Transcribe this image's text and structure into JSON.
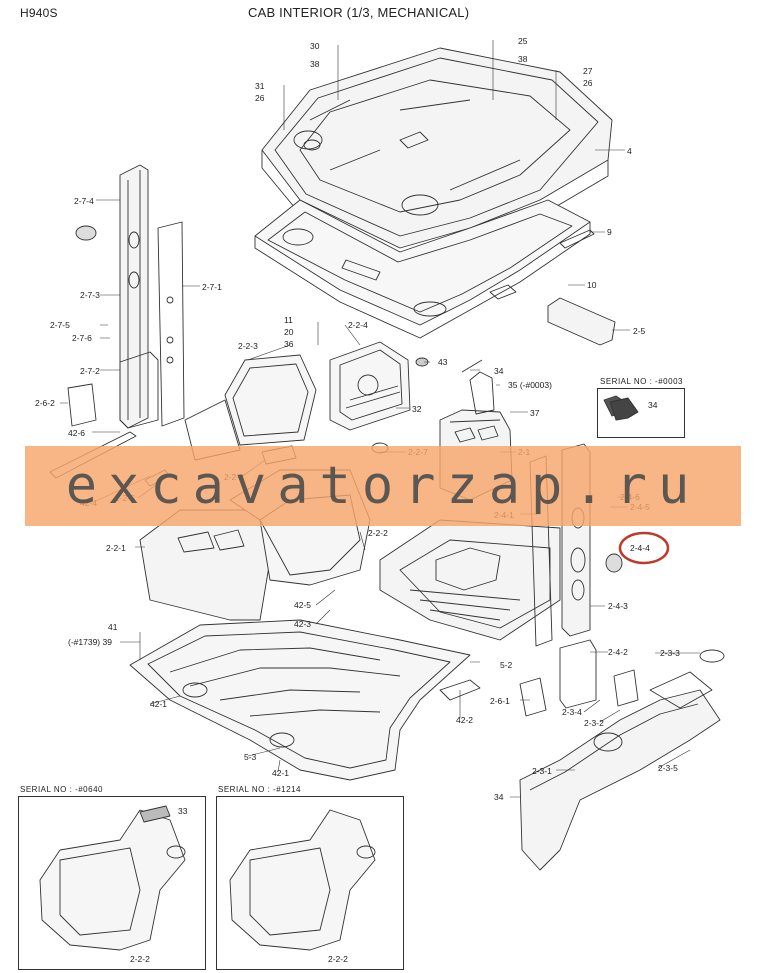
{
  "header": {
    "model": "H940S",
    "title": "CAB INTERIOR (1/3, MECHANICAL)"
  },
  "watermark": "excavatorzap.ru",
  "highlight": {
    "label": "2-4-4",
    "color": "#c0392b"
  },
  "insets": [
    {
      "serial": "SERIAL NO : -#0003",
      "labels": [
        "34"
      ]
    },
    {
      "serial": "SERIAL NO : -#0640",
      "labels": [
        "33",
        "2-2-2"
      ]
    },
    {
      "serial": "SERIAL NO : -#1214",
      "labels": [
        "2-2-2"
      ]
    }
  ],
  "parts": {
    "p30": "30",
    "p38a": "38",
    "p25": "25",
    "p38b": "38",
    "p27": "27",
    "p26a": "26",
    "p31": "31",
    "p26b": "26",
    "p4": "4",
    "p9": "9",
    "p10": "10",
    "p2_5": "2-5",
    "p2_7_4": "2-7-4",
    "p2_7_1": "2-7-1",
    "p2_7_3": "2-7-3",
    "p2_7_5": "2-7-5",
    "p2_7_6": "2-7-6",
    "p2_7_2": "2-7-2",
    "p2_6_2": "2-6-2",
    "p42_6": "42-6",
    "p11": "11",
    "p20": "20",
    "p36": "36",
    "p2_2_3": "2-2-3",
    "p2_2_4": "2-2-4",
    "p43": "43",
    "p34": "34",
    "p35": "35 (-#0003)",
    "p32": "32",
    "p37": "37",
    "p2_2_7": "2-2-7",
    "p2_1": "2-1",
    "p2_2_8": "2-2-8",
    "p2_2_5": "2-2-5",
    "p42_4": "42-4",
    "p2_4_6": "2-4-6",
    "p2_4_5": "2-4-5",
    "p2_4_1": "2-4-1",
    "p2_2_2": "2-2-2",
    "p2_2_1": "2-2-1",
    "p42_5": "42-5",
    "p42_3": "42-3",
    "p2_4_3": "2-4-3",
    "p41": "41",
    "p39": "(-#1739)  39",
    "p2_4_2": "2-4-2",
    "p2_3_3": "2-3-3",
    "p5_2": "5-2",
    "p42_1": "42-1",
    "p2_6_1": "2-6-1",
    "p2_3_4": "2-3-4",
    "p42_2": "42-2",
    "p2_3_2": "2-3-2",
    "p5_3": "5-3",
    "p2_3_1": "2-3-1",
    "p2_3_5": "2-3-5",
    "p42_1b": "42-1",
    "p34b": "34"
  }
}
